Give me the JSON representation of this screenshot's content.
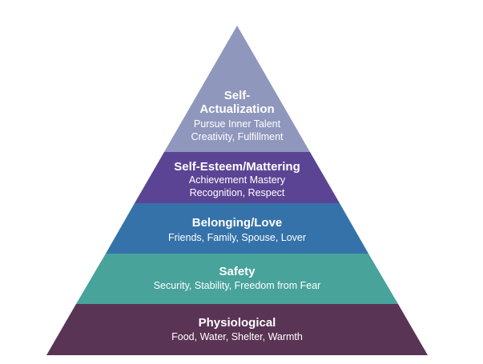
{
  "pyramid": {
    "tiers": [
      {
        "title_lines": [
          "Self-",
          "Actualization"
        ],
        "desc_lines": [
          "Pursue Inner Talent",
          "Creativity, Fulfillment"
        ],
        "color": "#8f97bd"
      },
      {
        "title_lines": [
          "Self-Esteem/Mattering"
        ],
        "desc_lines": [
          "Achievement Mastery",
          "Recognition, Respect"
        ],
        "color": "#5b4494"
      },
      {
        "title_lines": [
          "Belonging/Love"
        ],
        "desc_lines": [
          "Friends, Family, Spouse, Lover"
        ],
        "color": "#3572aa"
      },
      {
        "title_lines": [
          "Safety"
        ],
        "desc_lines": [
          "Security, Stability, Freedom from Fear"
        ],
        "color": "#48a39a"
      },
      {
        "title_lines": [
          "Physiological"
        ],
        "desc_lines": [
          "Food, Water, Shelter, Warmth"
        ],
        "color": "#5a3454"
      }
    ]
  }
}
